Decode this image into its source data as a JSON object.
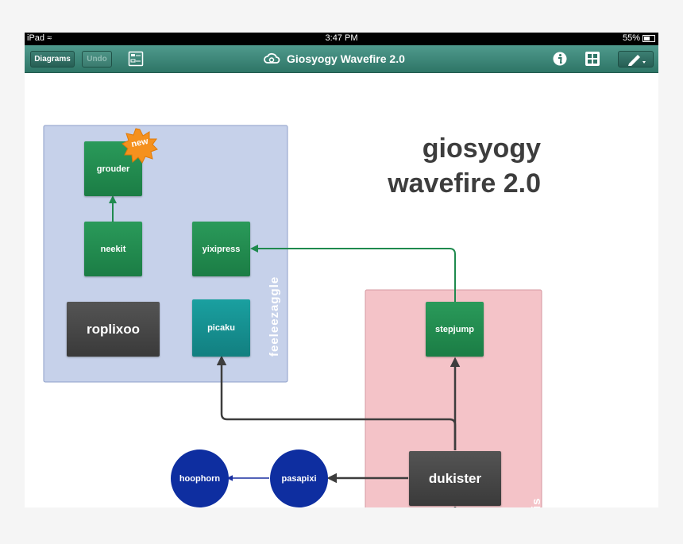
{
  "status_bar": {
    "device": "iPad",
    "time": "3:47 PM",
    "battery": "55%",
    "battery_level": 0.55
  },
  "toolbar": {
    "diagrams_label": "Diagrams",
    "undo_label": "Undo",
    "title": "Giosyogy Wavefire 2.0"
  },
  "diagram": {
    "heading_line1": "giosyogy",
    "heading_line2": "wavefire 2.0",
    "groups": {
      "left_label": "feeleezaggle",
      "right_label": "tis"
    },
    "nodes": {
      "grouder": "grouder",
      "new_badge": "new",
      "neekit": "neekit",
      "roplixoo": "roplixoo",
      "yixipress": "yixipress",
      "picaku": "picaku",
      "stepjump": "stepjump",
      "dukister": "dukister",
      "pasapixi": "pasapixi",
      "hoophorn": "hoophorn"
    }
  },
  "colors": {
    "toolbar": "#3a8778",
    "green_node": "#1f8a4e",
    "teal_node": "#168f90",
    "dark_node": "#474747",
    "circle_node": "#0e2ea0",
    "left_group": "#c6d1ea",
    "right_group": "#f4c3c8"
  }
}
